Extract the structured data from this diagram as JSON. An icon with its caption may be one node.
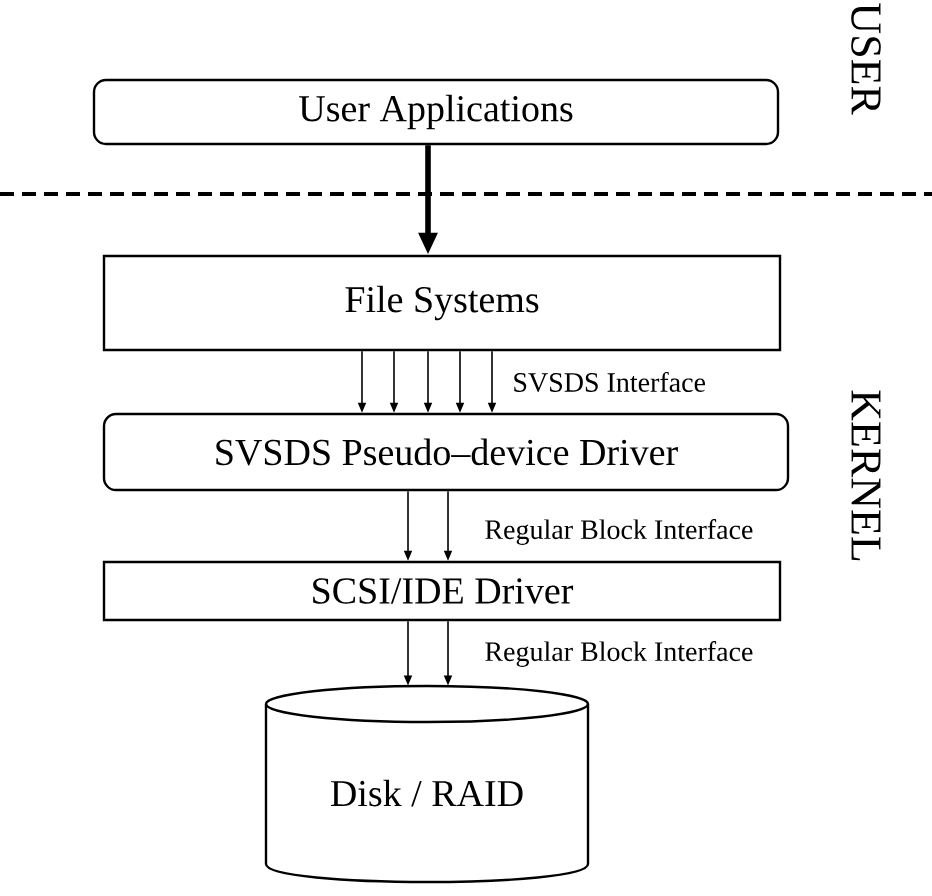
{
  "diagram": {
    "nodes": [
      {
        "text": [
          "User Applications"
        ]
      },
      {
        "text": [
          "File Systems"
        ]
      },
      {
        "text": [
          "SVSDS Pseudo–device Driver"
        ]
      },
      {
        "text": [
          "SCSI/IDE Driver"
        ]
      },
      {
        "text": [
          "Disk / RAID"
        ]
      }
    ],
    "edges": [
      {
        "from": 0,
        "to": 1,
        "arrow": "to",
        "style": "thick"
      },
      {
        "from": 1,
        "to": 2,
        "arrow": "to"
      },
      {
        "from": 1,
        "to": 2,
        "arrow": "to"
      },
      {
        "from": 1,
        "to": 2,
        "arrow": "to"
      },
      {
        "from": 1,
        "to": 2,
        "arrow": "to"
      },
      {
        "from": 1,
        "to": 2,
        "arrow": "to",
        "label": "SVSDS Interface"
      },
      {
        "from": 2,
        "to": 3,
        "arrow": "to"
      },
      {
        "from": 2,
        "to": 3,
        "arrow": "to",
        "label": "Regular Block Interface"
      },
      {
        "from": 3,
        "to": 4,
        "arrow": "to"
      },
      {
        "from": 3,
        "to": 4,
        "arrow": "to",
        "label": "Regular Block Interface"
      }
    ],
    "labels": [
      "USER",
      "KERNEL"
    ]
  }
}
